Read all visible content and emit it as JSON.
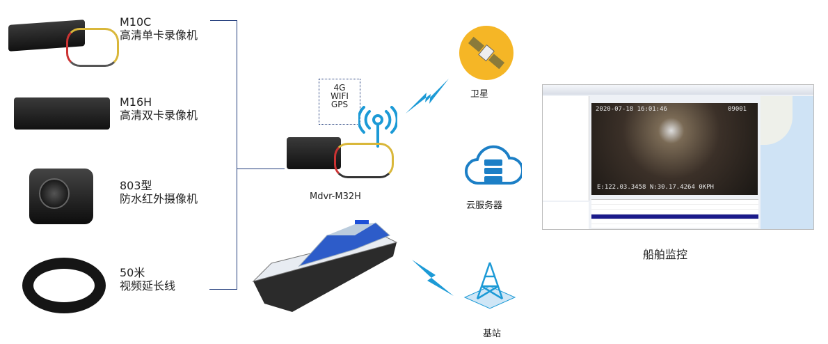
{
  "devices": [
    {
      "model": "M10C",
      "desc": "高清单卡录像机"
    },
    {
      "model": "M16H",
      "desc": "高清双卡录像机"
    },
    {
      "model": "803型",
      "desc": "防水红外摄像机"
    },
    {
      "model": "50米",
      "desc": "视频延长线"
    }
  ],
  "hub": {
    "features": [
      "4G",
      "WIFI",
      "GPS"
    ],
    "name": "Mdvr-M32H"
  },
  "network": {
    "satellite": "卫星",
    "cloud": "云服务器",
    "base_station": "基站"
  },
  "monitor": {
    "caption": "船舶监控",
    "video_timestamp": "2020-07-18 16:01:46",
    "video_channel": "09001",
    "video_gps": "E:122.03.3458 N:30.17.4264 0KPH"
  },
  "colors": {
    "line": "#1f3a7a",
    "accent": "#1c9ad6",
    "satellite": "#f5b626"
  }
}
